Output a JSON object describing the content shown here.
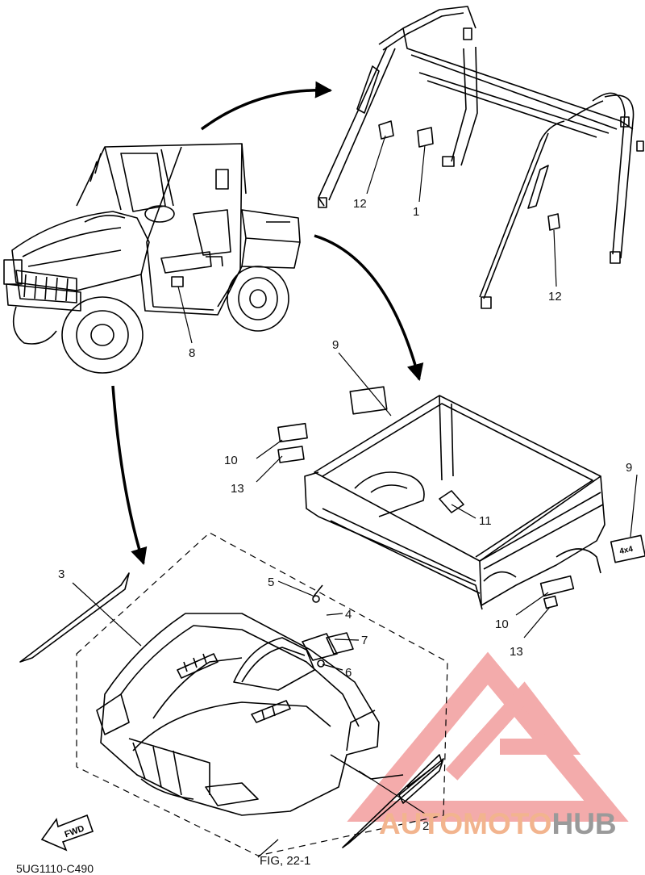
{
  "callouts": {
    "c1": "1",
    "c2": "2",
    "c3": "3",
    "c4": "4",
    "c5": "5",
    "c6": "6",
    "c7": "7",
    "c8": "8",
    "c9a": "9",
    "c9b": "9",
    "c10a": "10",
    "c10b": "10",
    "c11": "11",
    "c12a": "12",
    "c12b": "12",
    "c13a": "13",
    "c13b": "13"
  },
  "fig_ref": "FIG, 22-1",
  "part_code": "5UG1110-C490",
  "fwd_label": "FWD",
  "decal_4x4": "4x4",
  "watermark": {
    "part_a": "AUTOMOTO",
    "part_b": "HUB",
    "color_a": "#f2b48e",
    "color_b": "#9a9a9a",
    "logo_color": "#f08f8f"
  }
}
